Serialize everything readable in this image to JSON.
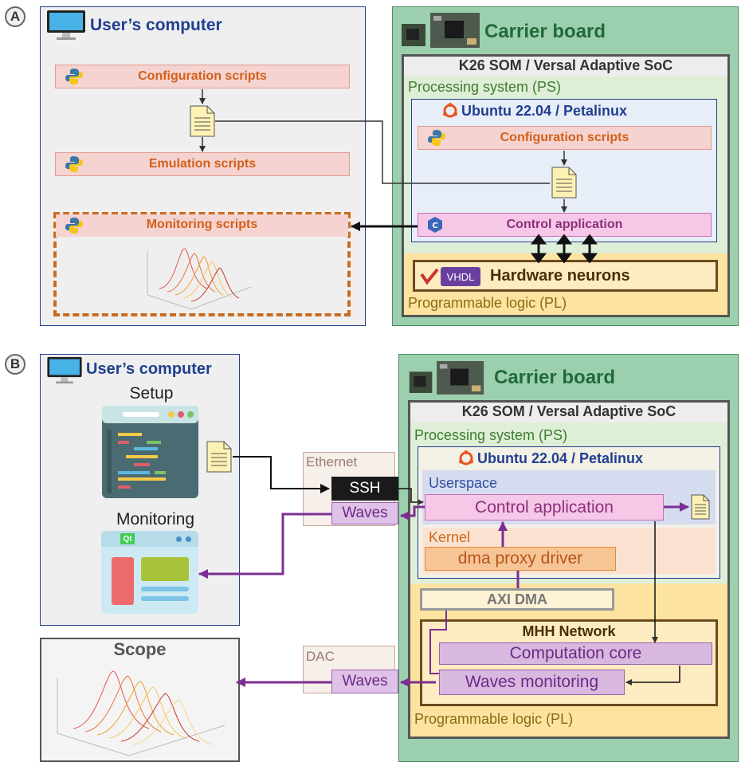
{
  "panels": {
    "a": {
      "label": "A",
      "user_computer": {
        "title": "User’s computer",
        "config_scripts": "Configuration scripts",
        "emulation_scripts": "Emulation scripts",
        "monitoring_scripts": "Monitoring scripts"
      },
      "carrier": {
        "title": "Carrier board",
        "som": "K26 SOM / Versal Adaptive SoC",
        "ps": "Processing system (PS)",
        "os": "Ubuntu 22.04 / Petalinux",
        "config_scripts": "Configuration scripts",
        "control_app": "Control application",
        "vhdl": "VHDL",
        "hw_neurons": "Hardware neurons",
        "pl": "Programmable logic (PL)"
      }
    },
    "b": {
      "label": "B",
      "user_computer": {
        "title": "User’s computer",
        "setup": "Setup",
        "monitoring": "Monitoring",
        "qt": "Qt"
      },
      "scope": {
        "title": "Scope"
      },
      "ethernet": {
        "title": "Ethernet",
        "ssh": "SSH",
        "waves": "Waves"
      },
      "dac": {
        "title": "DAC",
        "waves": "Waves"
      },
      "carrier": {
        "title": "Carrier board",
        "som": "K26 SOM / Versal Adaptive SoC",
        "ps": "Processing system (PS)",
        "os": "Ubuntu 22.04 / Petalinux",
        "userspace": "Userspace",
        "control_app": "Control application",
        "kernel": "Kernel",
        "dma_driver": "dma proxy driver",
        "axi_dma": "AXI DMA",
        "mhh": "MHH Network",
        "comp_core": "Computation core",
        "waves_mon": "Waves monitoring",
        "pl": "Programmable logic (PL)"
      }
    }
  },
  "colors": {
    "navy": "#213f8f",
    "script_fill": "#f5d3d0",
    "script_text": "#d2601a",
    "carrier_fill": "#9ccfae",
    "ps_fill": "#dfeed6",
    "pl_fill": "#fde3a0",
    "control_fill": "#f6c7e7",
    "purple_arrow": "#7c2f92"
  }
}
